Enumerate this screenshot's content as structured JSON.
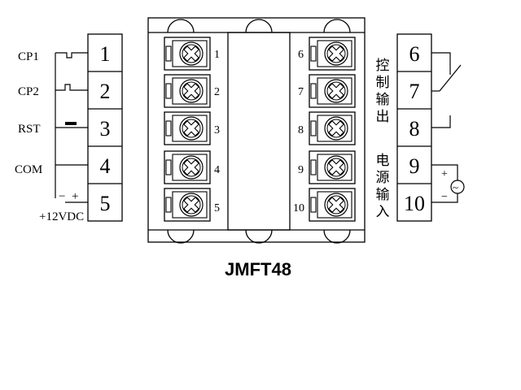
{
  "left_block": {
    "terminals": [
      "1",
      "2",
      "3",
      "4",
      "5"
    ],
    "labels": [
      "CP1",
      "CP2",
      "RST",
      "COM"
    ],
    "supply_label": "+12VDC",
    "supply_minus": "−",
    "supply_plus": "+"
  },
  "device": {
    "left_terminals": [
      "1",
      "2",
      "3",
      "4",
      "5"
    ],
    "right_terminals": [
      "6",
      "7",
      "8",
      "9",
      "10"
    ]
  },
  "right_block": {
    "terminals": [
      "6",
      "7",
      "8",
      "9",
      "10"
    ],
    "control_output_label": [
      "控",
      "制",
      "输",
      "出"
    ],
    "power_input_label": [
      "电",
      "源",
      "输",
      "入"
    ],
    "plus": "+",
    "minus": "−",
    "ac_symbol": "~"
  },
  "model": "JMFT48"
}
